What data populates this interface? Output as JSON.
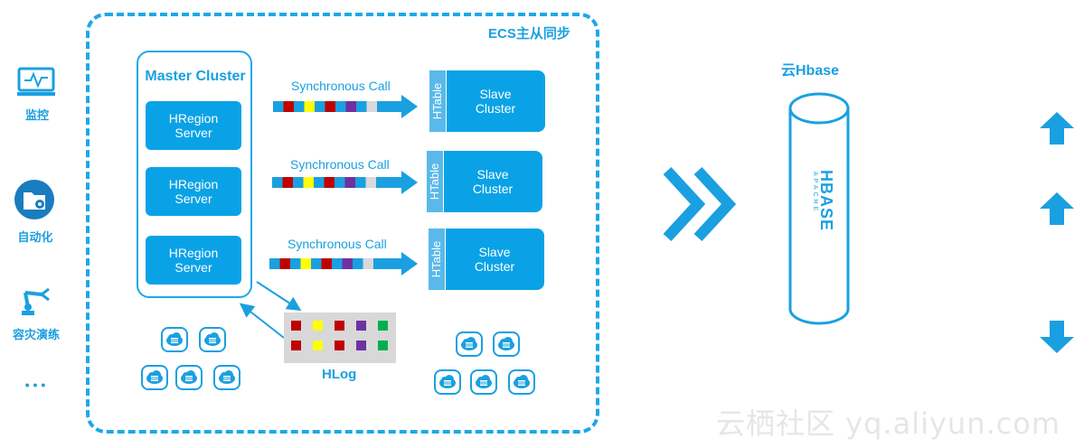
{
  "sidebar": {
    "items": [
      {
        "label": "监控",
        "icon": "monitor-icon"
      },
      {
        "label": "自动化",
        "icon": "automation-folder-icon"
      },
      {
        "label": "容灾演练",
        "icon": "robot-arm-icon"
      },
      {
        "label": "• • •",
        "icon": "more-dots-icon"
      }
    ]
  },
  "ecs": {
    "title": "ECS主从同步"
  },
  "master": {
    "title": "Master Cluster",
    "servers": [
      {
        "line1": "HRegion",
        "line2": "Server"
      },
      {
        "line1": "HRegion",
        "line2": "Server"
      },
      {
        "line1": "HRegion",
        "line2": "Server"
      }
    ]
  },
  "sync": {
    "label": "Synchronous Call",
    "block_colors": [
      "#1aa0e0",
      "#c00000",
      "#1aa0e0",
      "#ffff00",
      "#1aa0e0",
      "#c00000",
      "#1aa0e0",
      "#7030a0",
      "#1aa0e0",
      "#d9d9d9"
    ]
  },
  "slaves": [
    {
      "htable": "HTable",
      "line1": "Slave",
      "line2": "Cluster"
    },
    {
      "htable": "HTable",
      "line1": "Slave",
      "line2": "Cluster"
    },
    {
      "htable": "HTable",
      "line1": "Slave",
      "line2": "Cluster"
    }
  ],
  "hlog": {
    "label": "HLog",
    "row_colors": [
      "#c00000",
      "#ffff00",
      "#c00000",
      "#7030a0",
      "#00b050"
    ]
  },
  "hbase": {
    "title": "云Hbase",
    "logo_text": "APACHE HBASE"
  },
  "watermark": {
    "text": "云栖社区 yq.aliyun.com"
  },
  "colors": {
    "accent": "#1aa0e0",
    "box": "#0aa2e6"
  }
}
